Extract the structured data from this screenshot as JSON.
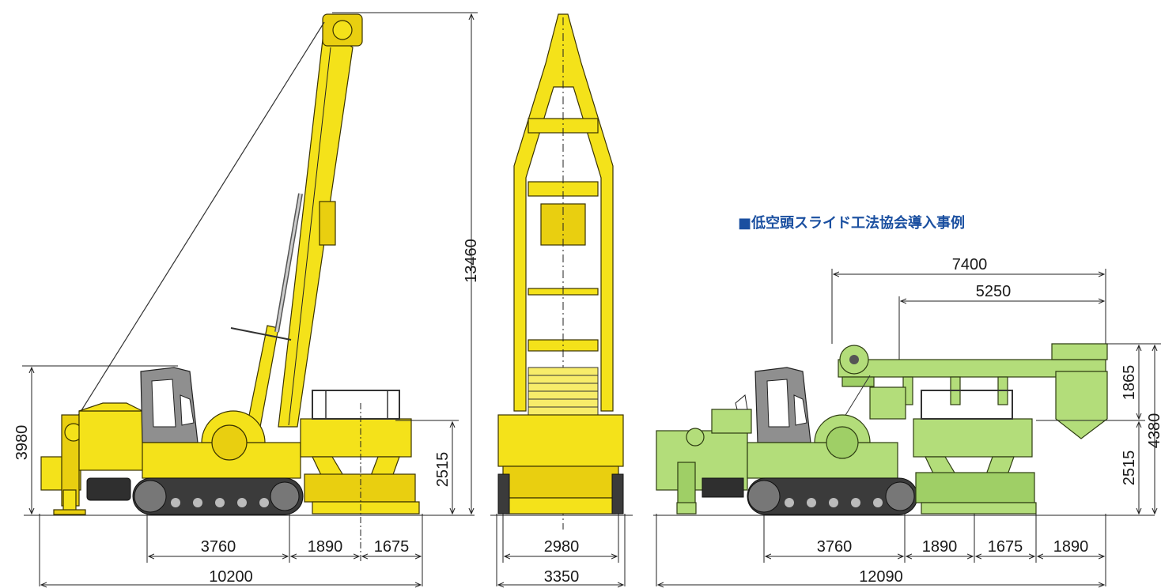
{
  "section_title": "■低空頭スライド工法協会導入事例",
  "side_view": {
    "height_total": "13460",
    "height_cab": "3980",
    "height_base": "2515",
    "track_len": "3760",
    "seg_mid": "1890",
    "seg_front": "1675",
    "overall_len": "10200"
  },
  "front_view": {
    "inner_width": "2980",
    "outer_width": "3350"
  },
  "green_view": {
    "beam_len": "7400",
    "beam_front": "5250",
    "upper_h": "1865",
    "total_h": "4380",
    "base_h": "2515",
    "track_len": "3760",
    "seg_mid": "1890",
    "seg_front": "1675",
    "seg_end": "1890",
    "overall_len": "12090"
  },
  "colors": {
    "machine_yellow": "#f4e21a",
    "machine_green": "#b3dd7a",
    "title_blue": "#1a4fa0"
  }
}
